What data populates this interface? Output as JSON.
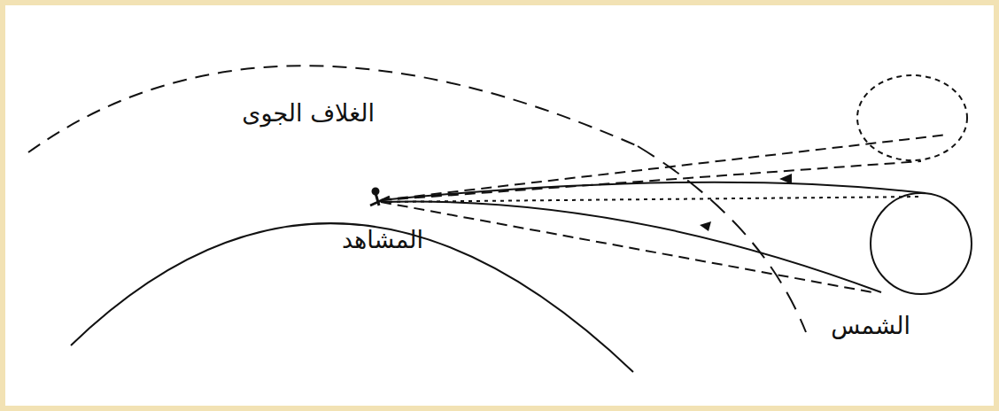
{
  "diagram": {
    "labels": [
      "الغلاف الجوى",
      "المشاهد",
      "الشمس"
    ]
  }
}
